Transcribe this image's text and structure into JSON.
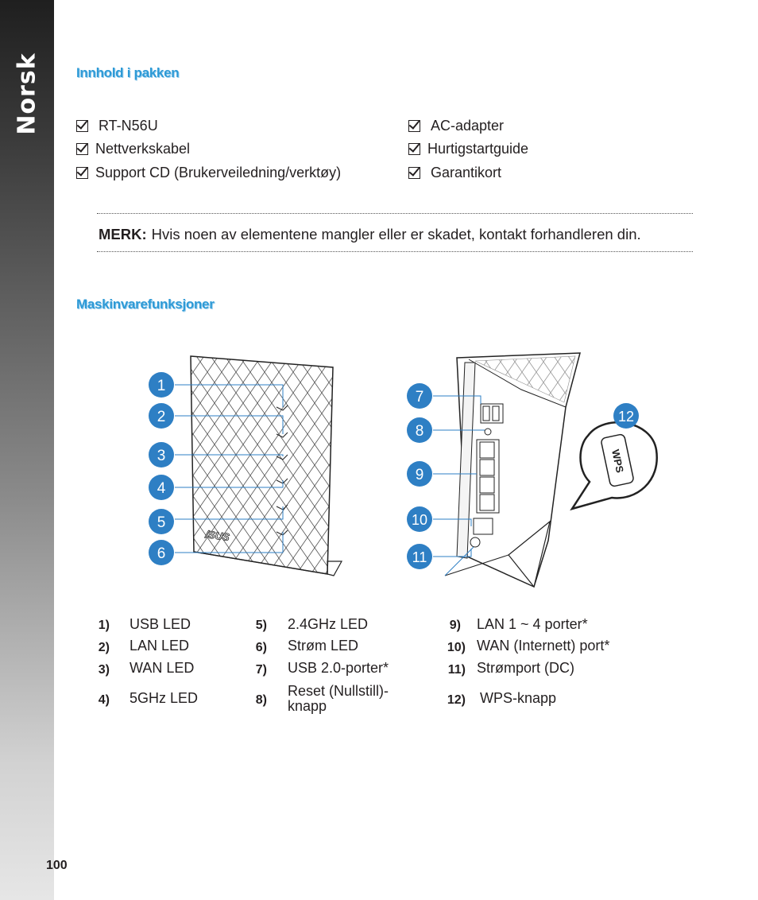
{
  "sidebar": {
    "language": "Norsk"
  },
  "sections": {
    "package_title": "Innhold i pakken",
    "hardware_title": "Maskinvarefunksjoner"
  },
  "package_items": [
    "RT-N56U",
    "AC-adapter",
    "Nettverkskabel",
    "Hurtigstartguide",
    "Support CD (Brukerveiledning/verktøy)",
    "Garantikort"
  ],
  "note": {
    "label": "MERK:",
    "text": "Hvis noen av elementene mangler eller er skadet, kontakt forhandleren din."
  },
  "diagram": {
    "callouts": [
      "1",
      "2",
      "3",
      "4",
      "5",
      "6",
      "7",
      "8",
      "9",
      "10",
      "11",
      "12"
    ],
    "brand": "/SUS",
    "wps_label": "WPS"
  },
  "legend": [
    {
      "num": "1)",
      "text": "USB LED"
    },
    {
      "num": "2)",
      "text": "LAN LED"
    },
    {
      "num": "3)",
      "text": "WAN LED"
    },
    {
      "num": "4)",
      "text": "5GHz LED"
    },
    {
      "num": "5)",
      "text": "2.4GHz LED"
    },
    {
      "num": "6)",
      "text": "Strøm LED"
    },
    {
      "num": "7)",
      "text": "USB 2.0-porter*"
    },
    {
      "num": "8)",
      "text": "Reset (Nullstill)-knapp"
    },
    {
      "num": "9)",
      "text": "LAN 1 ~ 4 porter*"
    },
    {
      "num": "10)",
      "text": "WAN (Internett) port*"
    },
    {
      "num": "11)",
      "text": "Strømport (DC)"
    },
    {
      "num": "12)",
      "text": "WPS-knapp"
    }
  ],
  "page_number": "100"
}
